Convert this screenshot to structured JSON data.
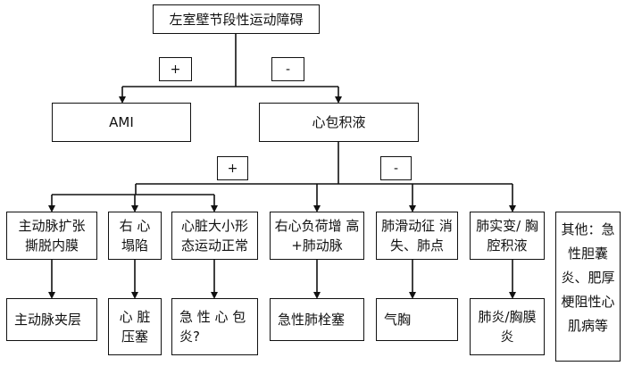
{
  "root": "左室壁节段性运动障碍",
  "level1": {
    "plus_sign": "+",
    "minus_sign": "-",
    "left": "AMI",
    "right": "心包积液"
  },
  "level2": {
    "plus_sign": "+",
    "minus_sign": "-",
    "causes": [
      "主动脉扩张 撕脱内膜",
      "右 心 塌陷",
      "心脏大小形 态运动正常",
      "右心负荷增 高+肺动脉",
      "肺滑动征 消失、肺点",
      "肺实变/ 胸腔积液",
      "其他：急性胆囊炎、肥厚梗阻性心肌病等"
    ],
    "diagnoses": [
      "主动脉夹层",
      "心 脏 压塞",
      "急 性 心 包 炎?",
      "急性肺栓塞",
      "气胸",
      "肺炎/胸膜 炎"
    ]
  }
}
